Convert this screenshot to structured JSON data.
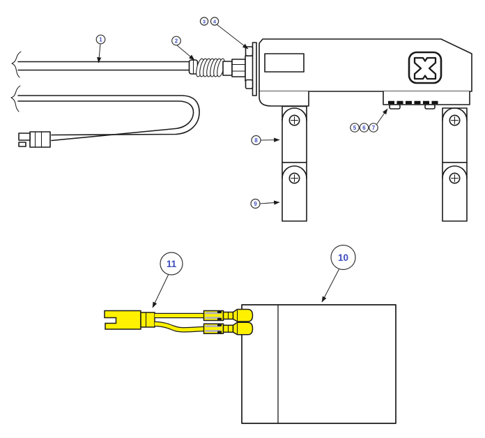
{
  "diagram": {
    "type": "exploded-parts-diagram",
    "background_color": "#ffffff",
    "line_color": "#1a1a1a",
    "highlight_color": "#fff100",
    "metal_color": "#b5b5b5",
    "callout_text_color": "#3b4cc0",
    "logo": {
      "icon": "m-monogram-logo"
    },
    "callouts": [
      {
        "label": "1"
      },
      {
        "label": "2"
      },
      {
        "label": "3"
      },
      {
        "label": "4"
      },
      {
        "label": "5"
      },
      {
        "label": "6"
      },
      {
        "label": "7"
      },
      {
        "label": "8"
      },
      {
        "label": "9"
      },
      {
        "label": "10"
      },
      {
        "label": "11"
      }
    ]
  }
}
